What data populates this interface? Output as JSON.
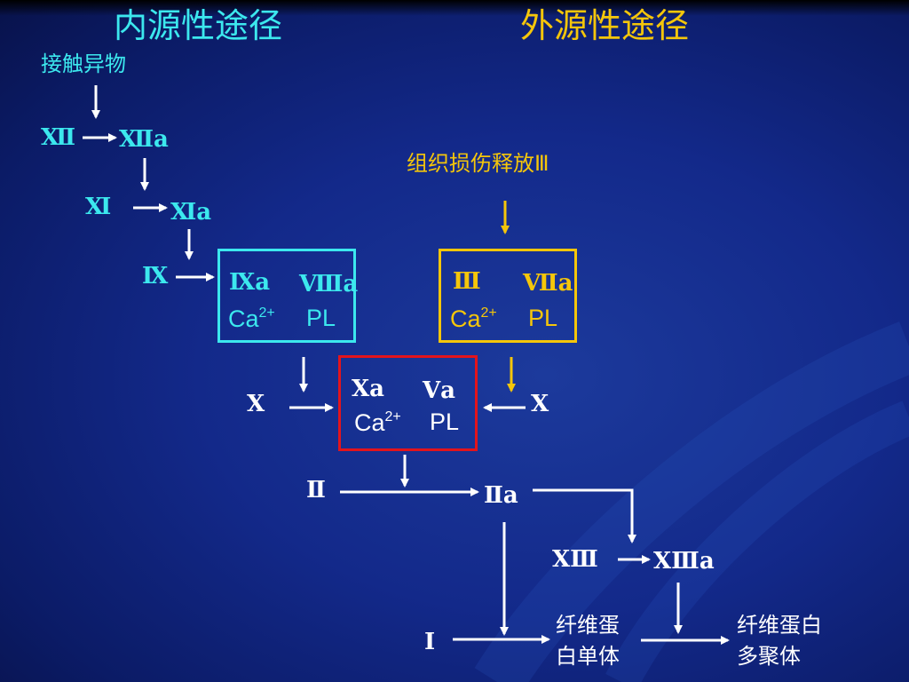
{
  "titles": {
    "intrinsic": "内源性途径",
    "extrinsic": "外源性途径"
  },
  "intrinsic": {
    "trigger": "接触异物",
    "f12": "Ⅻ",
    "f12a": "Ⅻa",
    "f11": "Ⅺ",
    "f11a": "Ⅺa",
    "f9": "Ⅸ",
    "complex_line1_a": "Ⅸa",
    "complex_line1_b": "Ⅷa",
    "complex_ca": "Ca",
    "complex_ca_sup": "2+",
    "complex_pl": "PL"
  },
  "extrinsic": {
    "trigger": "组织损伤释放Ⅲ",
    "complex_line1_a": "Ⅲ",
    "complex_line1_b": "Ⅶa",
    "complex_ca": "Ca",
    "complex_ca_sup": "2+",
    "complex_pl": "PL"
  },
  "common": {
    "f10_left": "Ⅹ",
    "f10_right": "Ⅹ",
    "complex_line1_a": "Ⅹa",
    "complex_line1_b": "Ⅴa",
    "complex_ca": "Ca",
    "complex_ca_sup": "2+",
    "complex_pl": "PL",
    "f2": "Ⅱ",
    "f2a": "Ⅱa",
    "f13": "ⅩⅢ",
    "f13a": "ⅩⅢa",
    "f1": "Ⅰ",
    "fibrin_monomer_1": "纤维蛋",
    "fibrin_monomer_2": "白单体",
    "fibrin_polymer_1": "纤维蛋白",
    "fibrin_polymer_2": "多聚体"
  },
  "colors": {
    "intrinsic": "#3ce8ee",
    "extrinsic": "#f5c60a",
    "common_box": "#e3141c",
    "arrow": "#ffffff"
  }
}
